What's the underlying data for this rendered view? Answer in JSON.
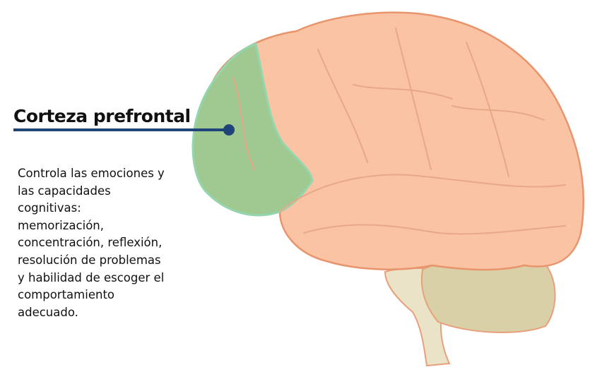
{
  "label": {
    "title": "Corteza prefrontal",
    "description_lines": [
      "Controla las emociones y",
      "las capacidades",
      "cognitivas:",
      "memorización,",
      "concentración, reflexión,",
      "resolución de problemas",
      "y habilidad de escoger el",
      "comportamiento",
      "adecuado."
    ]
  },
  "colors": {
    "cortex": "#f9c3a4",
    "cortex_outline": "#e8946c",
    "prefrontal": "#9cc990",
    "prefrontal_edge": "#8fd9b0",
    "cerebellum": "#d9d0a8",
    "brainstem": "#ebe3c8",
    "pointer": "#1f4478"
  }
}
